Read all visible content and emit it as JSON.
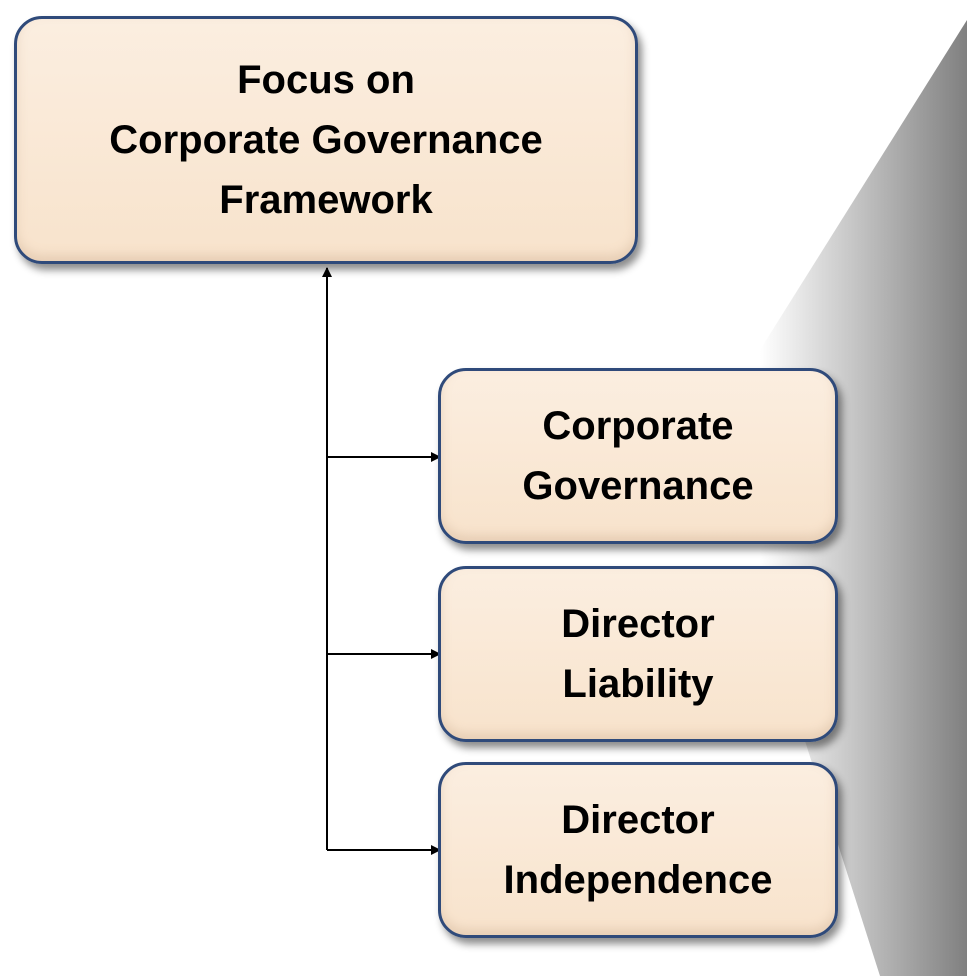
{
  "top": {
    "label": "Focus on\nCorporate Governance\nFramework"
  },
  "children": [
    {
      "label": "Corporate\nGovernance"
    },
    {
      "label": "Director\nLiability"
    },
    {
      "label": "Director\nIndependence"
    }
  ]
}
